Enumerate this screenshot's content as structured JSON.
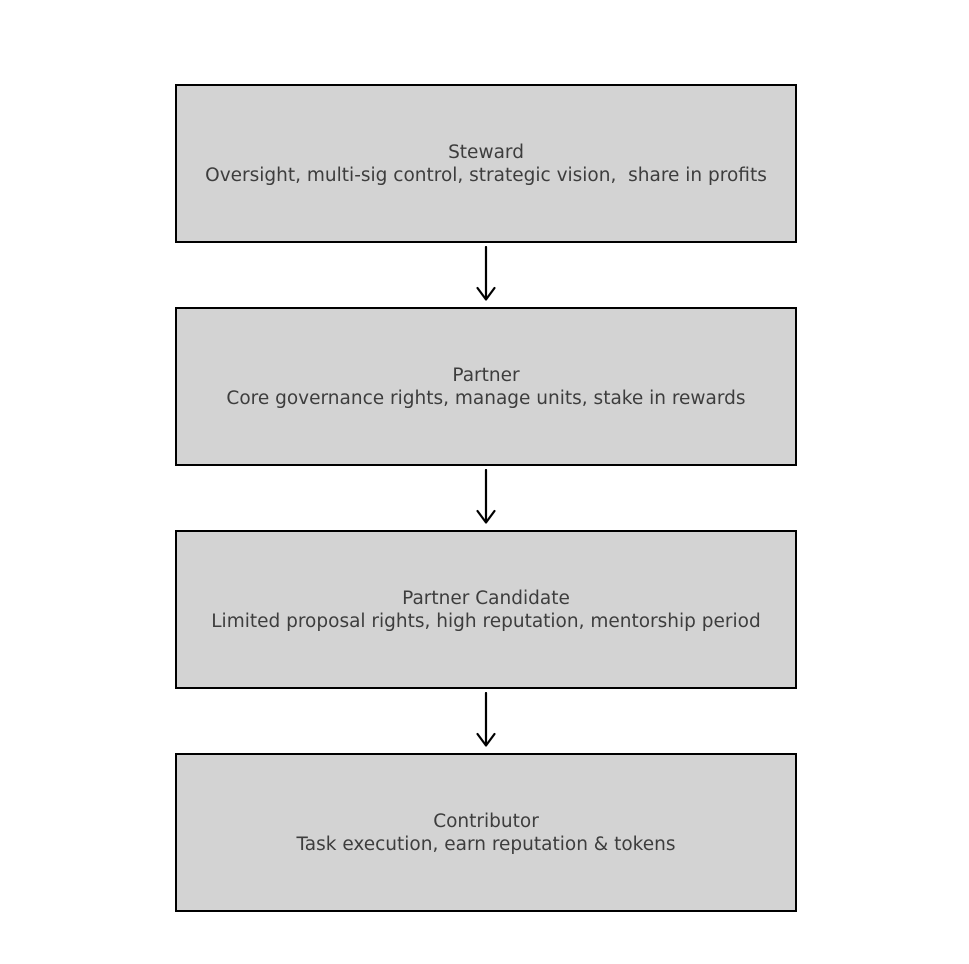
{
  "diagram": {
    "type": "flowchart",
    "direction": "top-down",
    "nodes": [
      {
        "id": "steward",
        "title": "Steward",
        "subtitle": "Oversight, multi-sig control, strategic vision,  share in profits"
      },
      {
        "id": "partner",
        "title": "Partner",
        "subtitle": "Core governance rights, manage units, stake in rewards"
      },
      {
        "id": "partner-candidate",
        "title": "Partner Candidate",
        "subtitle": "Limited proposal rights, high reputation, mentorship period"
      },
      {
        "id": "contributor",
        "title": "Contributor",
        "subtitle": "Task execution, earn reputation & tokens"
      }
    ],
    "edges": [
      {
        "from": "steward",
        "to": "partner"
      },
      {
        "from": "partner",
        "to": "partner-candidate"
      },
      {
        "from": "partner-candidate",
        "to": "contributor"
      }
    ],
    "colors": {
      "node_fill": "#d3d3d3",
      "node_border": "#000000",
      "text": "#3d3d3d",
      "arrow": "#000000",
      "background": "#ffffff"
    }
  }
}
